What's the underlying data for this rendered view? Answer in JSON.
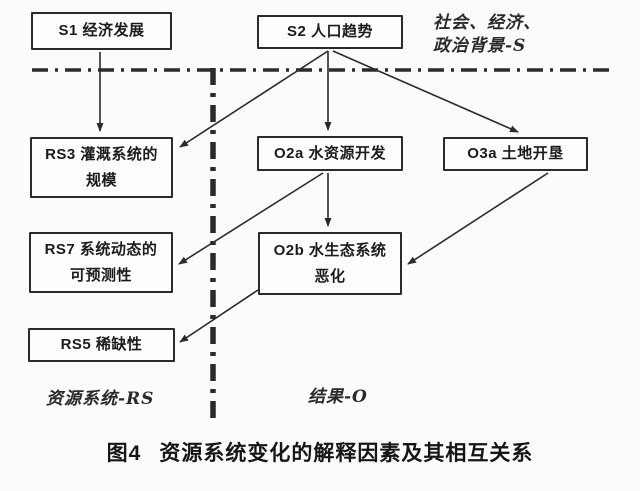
{
  "figure": {
    "caption": {
      "prefix": "图4",
      "text": "资源系统变化的解释因素及其相互关系"
    },
    "regions": {
      "background_context": {
        "line1": "社会、经济、",
        "line2": "政治背景-S"
      },
      "resource_system": "资源系统-RS",
      "outcome": "结果-O"
    },
    "nodes": {
      "s1": {
        "label": "S1 经济发展"
      },
      "s2": {
        "label": "S2 人口趋势"
      },
      "rs3": {
        "line1": "RS3 灌溉系统的",
        "line2": "规模"
      },
      "o2a": {
        "label": "O2a 水资源开发"
      },
      "o3a": {
        "label": "O3a 土地开垦"
      },
      "rs7": {
        "line1": "RS7 系统动态的",
        "line2": "可预测性"
      },
      "o2b": {
        "line1": "O2b 水生态系统",
        "line2": "恶化"
      },
      "rs5": {
        "label": "RS5 稀缺性"
      }
    },
    "edges": [
      "S1 → RS3",
      "S2 → RS3",
      "S2 → O2a",
      "S2 → O3a",
      "O2a → RS7",
      "O2a → O2b",
      "O3a → O2b",
      "O2b → RS5"
    ],
    "colors": {
      "ink": "#2b2b2b",
      "background": "#fcfbfa"
    }
  }
}
